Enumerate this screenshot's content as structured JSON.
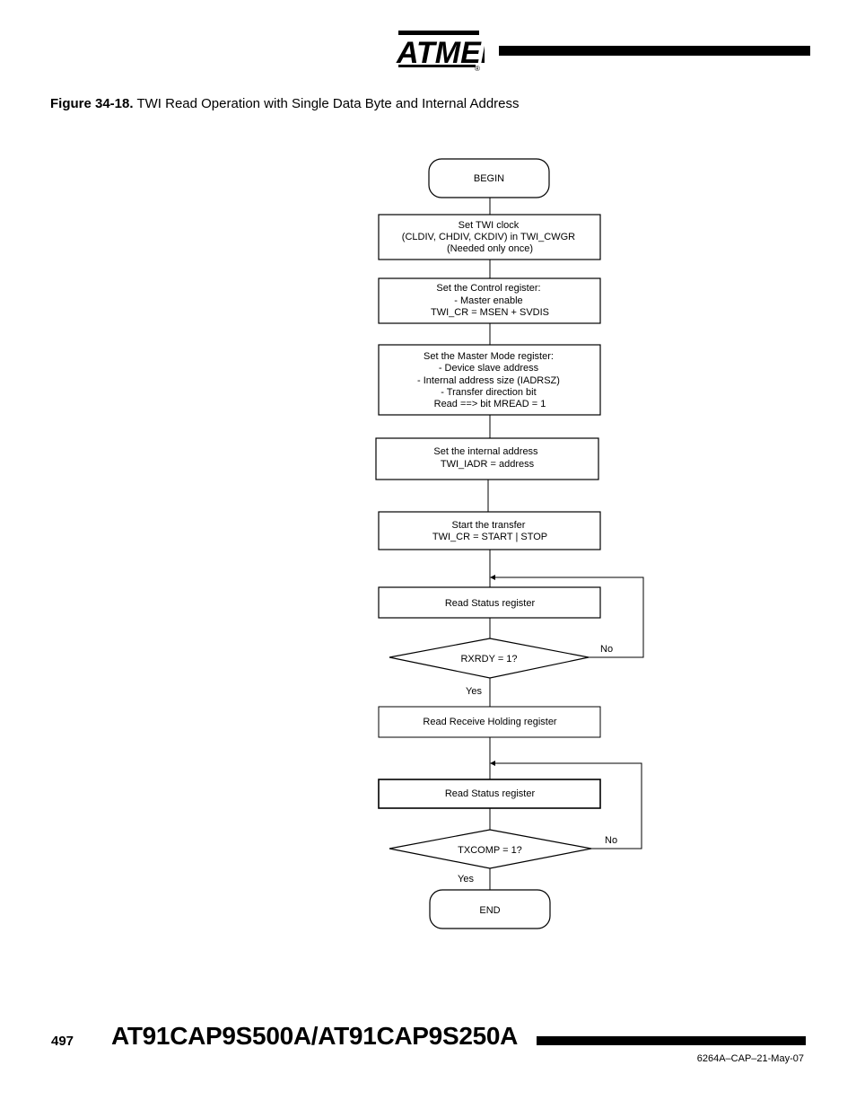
{
  "header": {
    "logo_text": "ATMEL",
    "logo_mark": "®"
  },
  "figure": {
    "label": "Figure 34-18.",
    "title": "TWI Read Operation with Single Data Byte and Internal Address"
  },
  "flowchart": {
    "begin": "BEGIN",
    "step1": [
      "Set TWI clock",
      "(CLDIV, CHDIV, CKDIV) in TWI_CWGR",
      "(Needed only once)"
    ],
    "step2": [
      "Set the Control register:",
      "- Master enable",
      "TWI_CR = MSEN + SVDIS"
    ],
    "step3": [
      "Set the Master Mode register:",
      "- Device slave address",
      "- Internal address size (IADRSZ)",
      "- Transfer direction bit",
      "Read ==> bit MREAD = 1"
    ],
    "step4": [
      "Set the internal address",
      "TWI_IADR = address"
    ],
    "step5": [
      "Start the transfer",
      "TWI_CR = START | STOP"
    ],
    "step6": "Read Status register",
    "decision1": "RXRDY = 1?",
    "decision1_no": "No",
    "decision1_yes": "Yes",
    "step7": "Read Receive Holding register",
    "step8": "Read Status register",
    "decision2": "TXCOMP = 1?",
    "decision2_no": "No",
    "decision2_yes": "Yes",
    "end": "END"
  },
  "footer": {
    "page_number": "497",
    "doc_title": "AT91CAP9S500A/AT91CAP9S250A",
    "doc_code": "6264A–CAP–21-May-07"
  }
}
